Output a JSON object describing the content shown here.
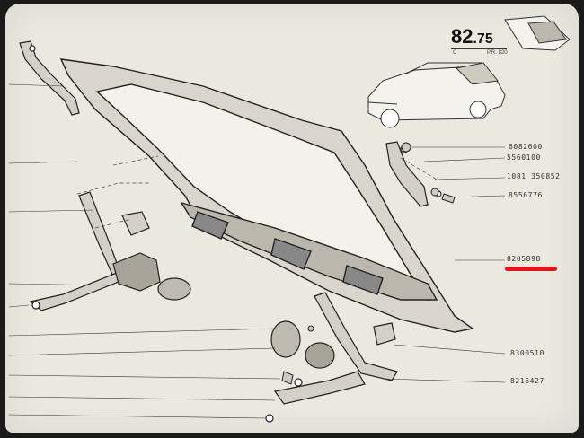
{
  "header": {
    "plate_number_main": "82",
    "plate_number_sub": ".75",
    "letter_c": "C",
    "model_ref": "P.R. 820"
  },
  "part_numbers": [
    "6082600",
    "5560100",
    "1081 350852",
    "8556776",
    "8205898",
    "8300510",
    "8216427"
  ],
  "highlight_color": "#e0141b"
}
